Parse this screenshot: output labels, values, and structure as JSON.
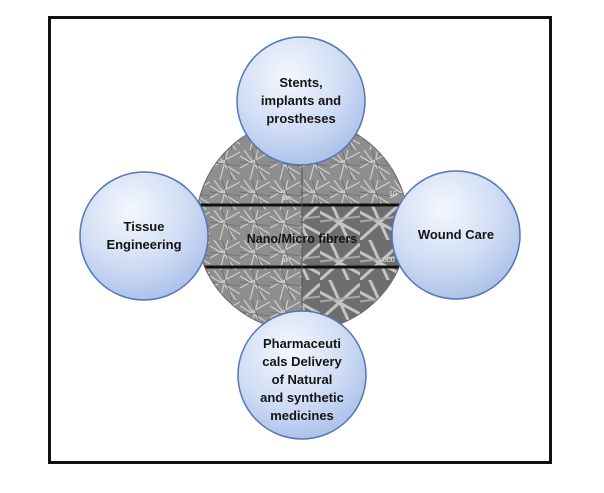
{
  "center": {
    "label": "Nano/Micro fibrers",
    "scale_labels": [
      "10",
      "500",
      "µm",
      "µm"
    ]
  },
  "nodes": {
    "top": {
      "lines": [
        "Stents,",
        "implants and",
        "prostheses"
      ]
    },
    "left": {
      "lines": [
        "Tissue",
        "Engineering"
      ]
    },
    "right": {
      "lines": [
        "Wound Care"
      ]
    },
    "bottom": {
      "lines": [
        "Pharmaceuti",
        "cals Delivery",
        "of Natural",
        "and synthetic",
        "medicines"
      ]
    }
  },
  "colors": {
    "node_fill_light": "#eef3fc",
    "node_fill_dark": "#a9c0ea",
    "node_stroke": "#5577b5",
    "frame_border": "#111111"
  }
}
